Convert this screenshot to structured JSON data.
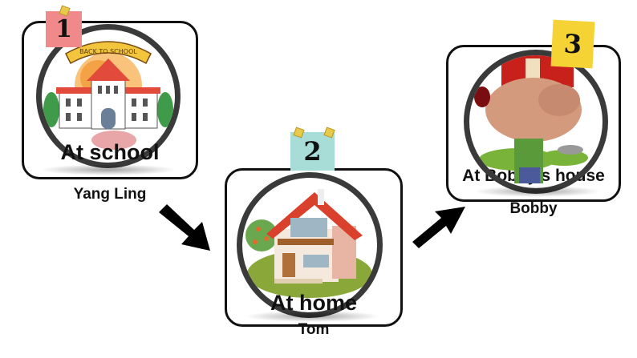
{
  "steps": [
    {
      "number": "1",
      "place": "At school",
      "person": "Yang Ling",
      "banner": "BACK TO SCHOOL",
      "note_color": "#f08a8a",
      "illustration": "school-building"
    },
    {
      "number": "2",
      "place": "At home",
      "person": "Tom",
      "note_color": "#a8dcd6",
      "illustration": "house"
    },
    {
      "number": "3",
      "place": "At Bobby's house",
      "person": "Bobby",
      "note_color": "#f6d335",
      "illustration": "mouse-character"
    }
  ],
  "arrows": [
    {
      "from": "1",
      "to": "2",
      "direction": "down-right"
    },
    {
      "from": "2",
      "to": "3",
      "direction": "up-right"
    }
  ]
}
